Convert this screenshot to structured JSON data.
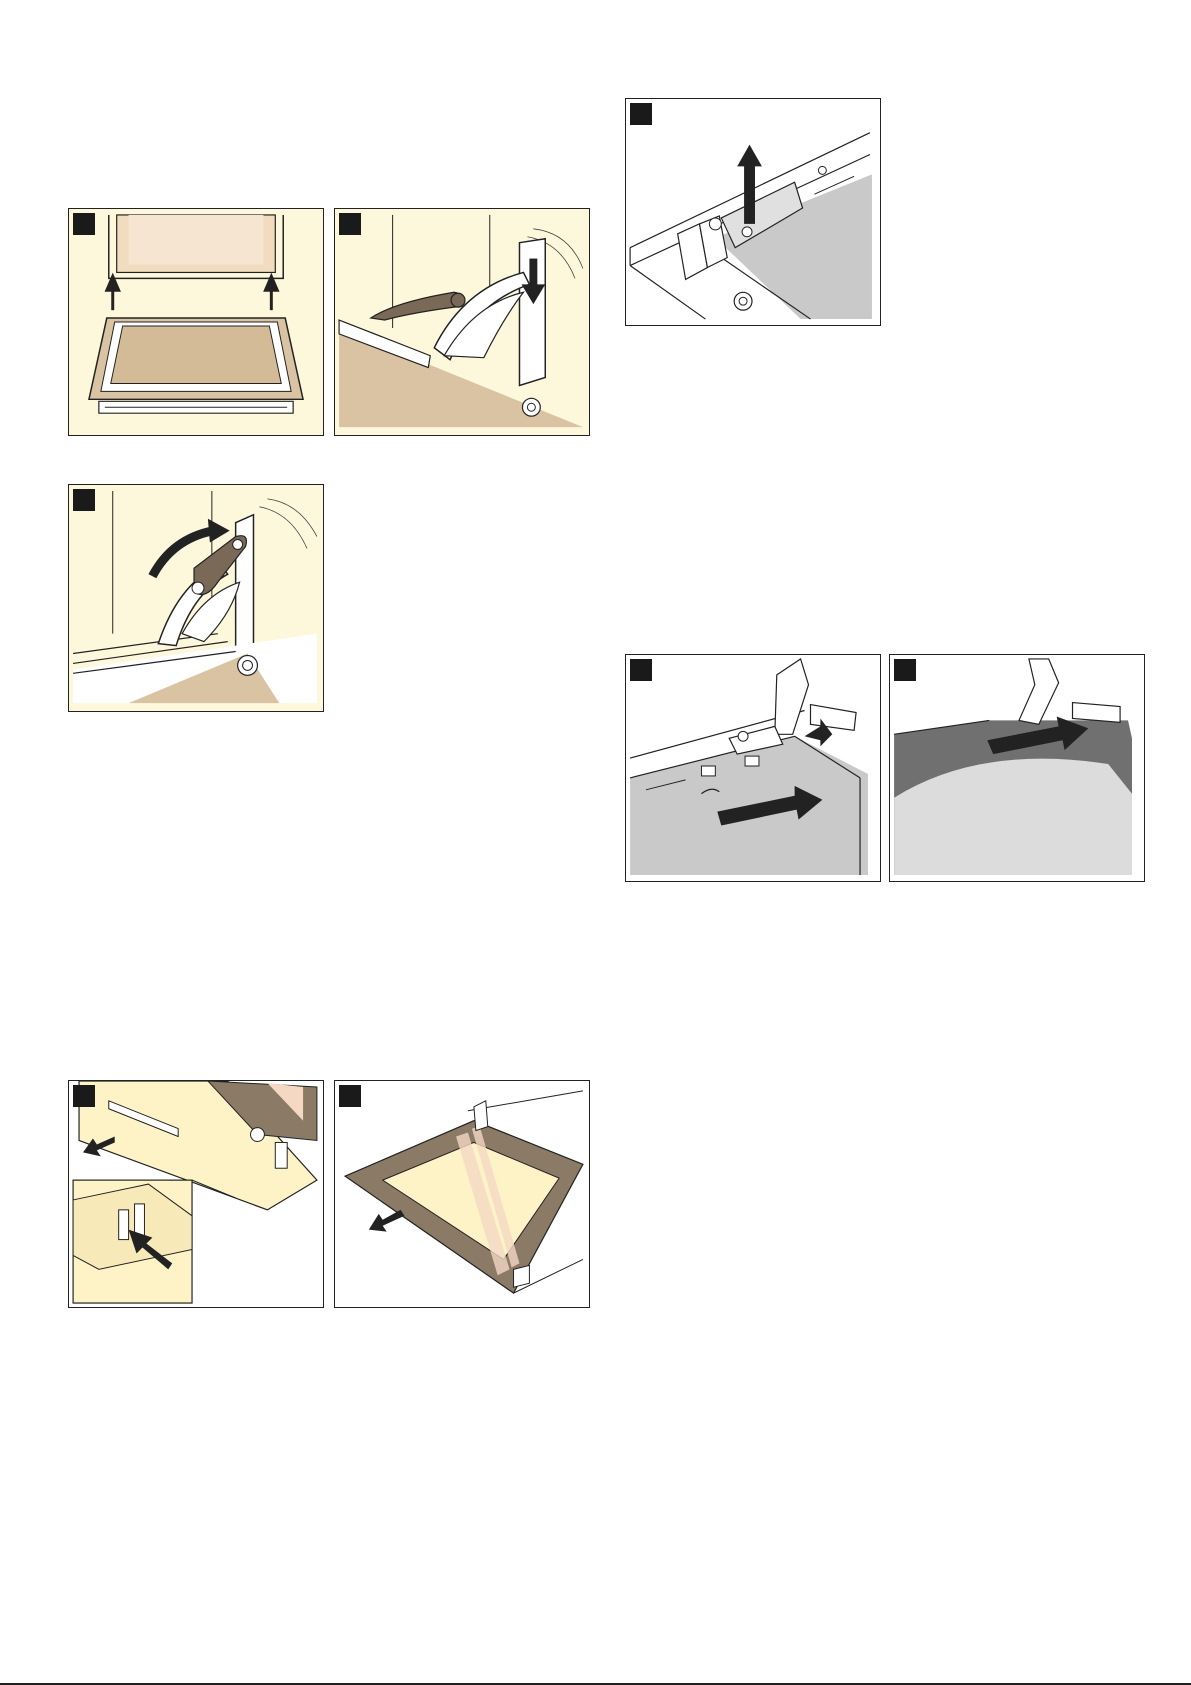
{
  "colors": {
    "panel_cream": "#fdf8dc",
    "frame_tan": "#d9c3a2",
    "hinge_brown": "#7a6957",
    "glass_grey": "#c9c9c9",
    "dark_grey": "#707070",
    "light_grey": "#dcdcdc",
    "glass_yellow": "#fdf3c6",
    "outline": "#222222"
  },
  "figures": [
    {
      "id": "fig-1",
      "subject": "door-glass-lift-up",
      "marker_icon": "step-marker-icon"
    },
    {
      "id": "fig-2",
      "subject": "hinge-lever-push-down",
      "marker_icon": "step-marker-icon"
    },
    {
      "id": "fig-3",
      "subject": "hinge-lever-swing-back",
      "marker_icon": "step-marker-icon"
    },
    {
      "id": "fig-4",
      "subject": "clip-lift-up",
      "marker_icon": "step-marker-icon"
    },
    {
      "id": "fig-5",
      "subject": "pane-slide-in",
      "marker_icon": "step-marker-icon"
    },
    {
      "id": "fig-6",
      "subject": "pane-slide-into-holder",
      "marker_icon": "step-marker-icon"
    },
    {
      "id": "fig-7",
      "subject": "door-cover-pull-out",
      "marker_icon": "step-marker-icon"
    },
    {
      "id": "fig-8",
      "subject": "door-pane-remove",
      "marker_icon": "step-marker-icon"
    }
  ]
}
